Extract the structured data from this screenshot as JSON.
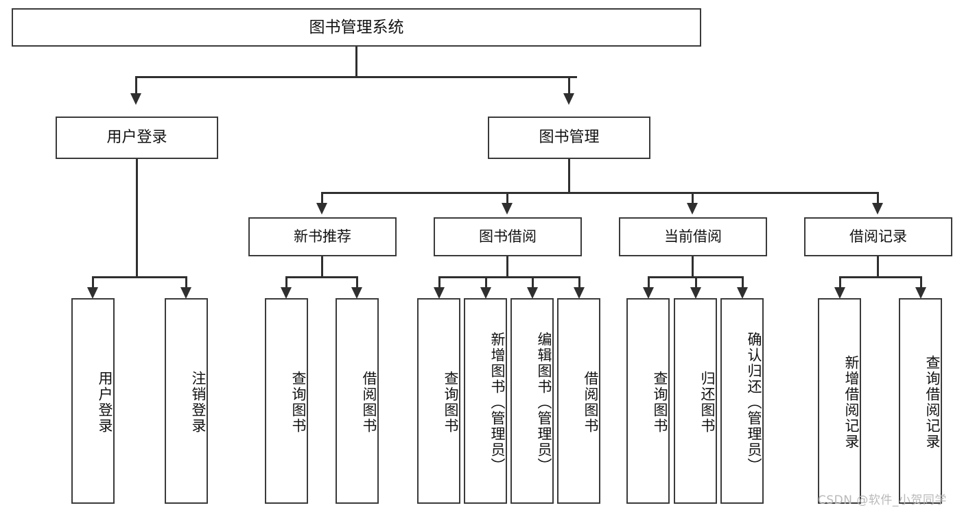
{
  "diagram": {
    "type": "tree",
    "title": "图书管理系统",
    "root": {
      "label": "图书管理系统"
    },
    "level2": [
      {
        "label": "用户登录"
      },
      {
        "label": "图书管理"
      }
    ],
    "level3": [
      {
        "label": "新书推荐"
      },
      {
        "label": "图书借阅"
      },
      {
        "label": "当前借阅"
      },
      {
        "label": "借阅记录"
      }
    ],
    "leaves": {
      "user_login": [
        {
          "label": "用户登录"
        },
        {
          "label": "注销登录"
        }
      ],
      "new_book_recommend": [
        {
          "label": "查询图书"
        },
        {
          "label": "借阅图书"
        }
      ],
      "book_borrow": [
        {
          "label": "查询图书"
        },
        {
          "label": "新增图书（管理员）"
        },
        {
          "label": "编辑图书（管理员）"
        },
        {
          "label": "借阅图书"
        }
      ],
      "current_borrow": [
        {
          "label": "查询图书"
        },
        {
          "label": "归还图书"
        },
        {
          "label": "确认归还（管理员）"
        }
      ],
      "borrow_record": [
        {
          "label": "新增借阅记录"
        },
        {
          "label": "查询借阅记录"
        }
      ]
    }
  },
  "watermark": {
    "text": "CSDN @软件_小贺同学"
  },
  "colors": {
    "background": "#ffffff",
    "box_border": "#3a3a3a",
    "connector": "#2f2f2f",
    "text": "#111111",
    "watermark": "#b9b9b9"
  }
}
